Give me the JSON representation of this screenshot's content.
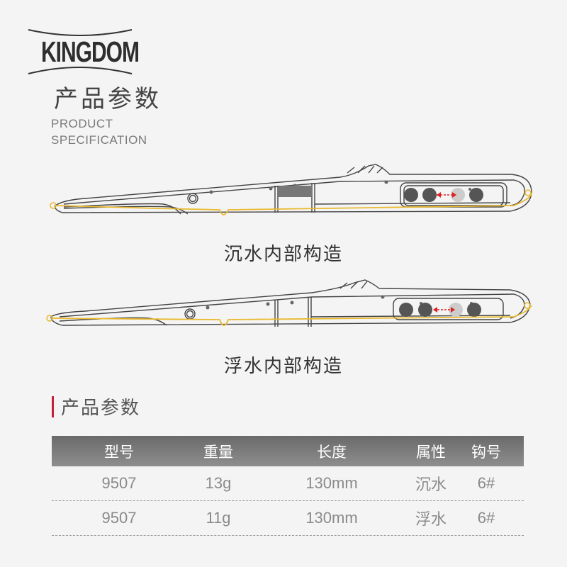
{
  "brand": {
    "logo_text": "KINGDOM"
  },
  "header": {
    "title_cn": "产品参数",
    "title_en_line1": "PRODUCT",
    "title_en_line2": "SPECIFICATION"
  },
  "diagrams": [
    {
      "caption": "沉水内部构造"
    },
    {
      "caption": "浮水内部构造"
    }
  ],
  "section": {
    "title": "产品参数",
    "accent_color": "#c4213a"
  },
  "table": {
    "headers": [
      "型号",
      "重量",
      "长度",
      "属性",
      "钩号"
    ],
    "rows": [
      [
        "9507",
        "13g",
        "130mm",
        "沉水",
        "6#"
      ],
      [
        "9507",
        "11g",
        "130mm",
        "浮水",
        "6#"
      ]
    ]
  },
  "colors": {
    "line_yellow": "#e9b92e",
    "arrow_red": "#e02020"
  }
}
